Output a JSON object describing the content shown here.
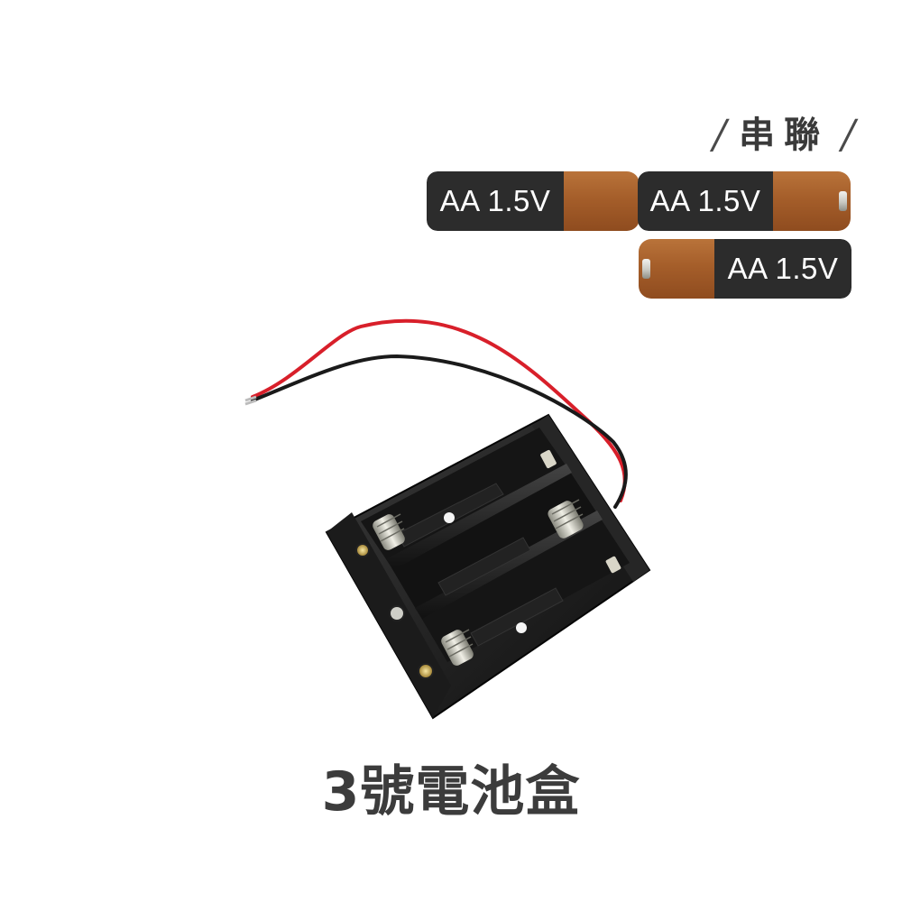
{
  "heading": {
    "slash_left": "/",
    "title": "串聯",
    "slash_right": "/"
  },
  "batteries": [
    {
      "label": "AA 1.5V",
      "orientation": "positive-right"
    },
    {
      "label": "AA 1.5V",
      "orientation": "positive-right"
    },
    {
      "label": "AA 1.5V",
      "orientation": "positive-left"
    }
  ],
  "product_image": {
    "icon": "battery-holder-3xaa-illustration"
  },
  "caption": "3號電池盒",
  "colors": {
    "battery_body": "#2c2c2c",
    "battery_cap": "#a55e2a",
    "text_dark": "#3c3c3c",
    "wire_red": "#d81f2a",
    "wire_black": "#1a1a1a"
  }
}
